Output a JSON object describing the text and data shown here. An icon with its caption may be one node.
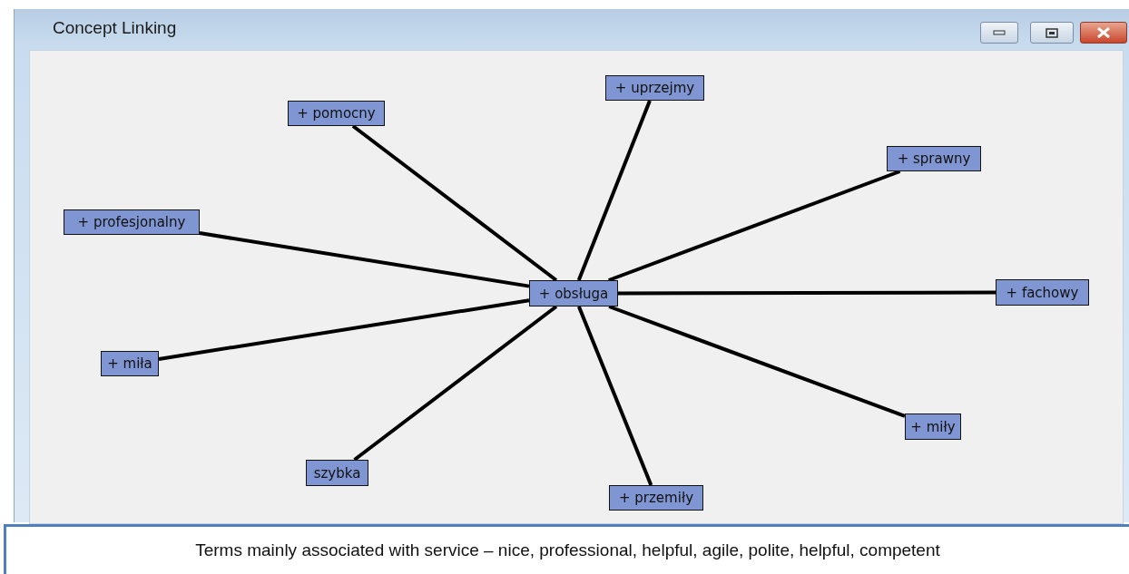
{
  "diagram": {
    "title": "Concept Linking",
    "caption": "Terms mainly associated with service – nice, professional, helpful, agile, polite, helpful, competent",
    "nodes": [
      {
        "text": [
          "+ obsługa"
        ]
      },
      {
        "text": [
          "+ pomocny"
        ]
      },
      {
        "text": [
          "+ uprzejmy"
        ]
      },
      {
        "text": [
          "+ sprawny"
        ]
      },
      {
        "text": [
          "+ profesjonalny"
        ]
      },
      {
        "text": [
          "+ fachowy"
        ]
      },
      {
        "text": [
          "+ miła"
        ]
      },
      {
        "text": [
          "+ miły"
        ]
      },
      {
        "text": [
          "szybka"
        ]
      },
      {
        "text": [
          "+ przemiły"
        ]
      }
    ],
    "edges": [
      {
        "from": 0,
        "to": 1,
        "arrow": "none"
      },
      {
        "from": 0,
        "to": 2,
        "arrow": "none"
      },
      {
        "from": 0,
        "to": 3,
        "arrow": "none"
      },
      {
        "from": 0,
        "to": 4,
        "arrow": "none"
      },
      {
        "from": 0,
        "to": 5,
        "arrow": "none"
      },
      {
        "from": 0,
        "to": 6,
        "arrow": "none"
      },
      {
        "from": 0,
        "to": 7,
        "arrow": "none"
      },
      {
        "from": 0,
        "to": 8,
        "arrow": "none"
      },
      {
        "from": 0,
        "to": 9,
        "arrow": "none"
      }
    ]
  }
}
